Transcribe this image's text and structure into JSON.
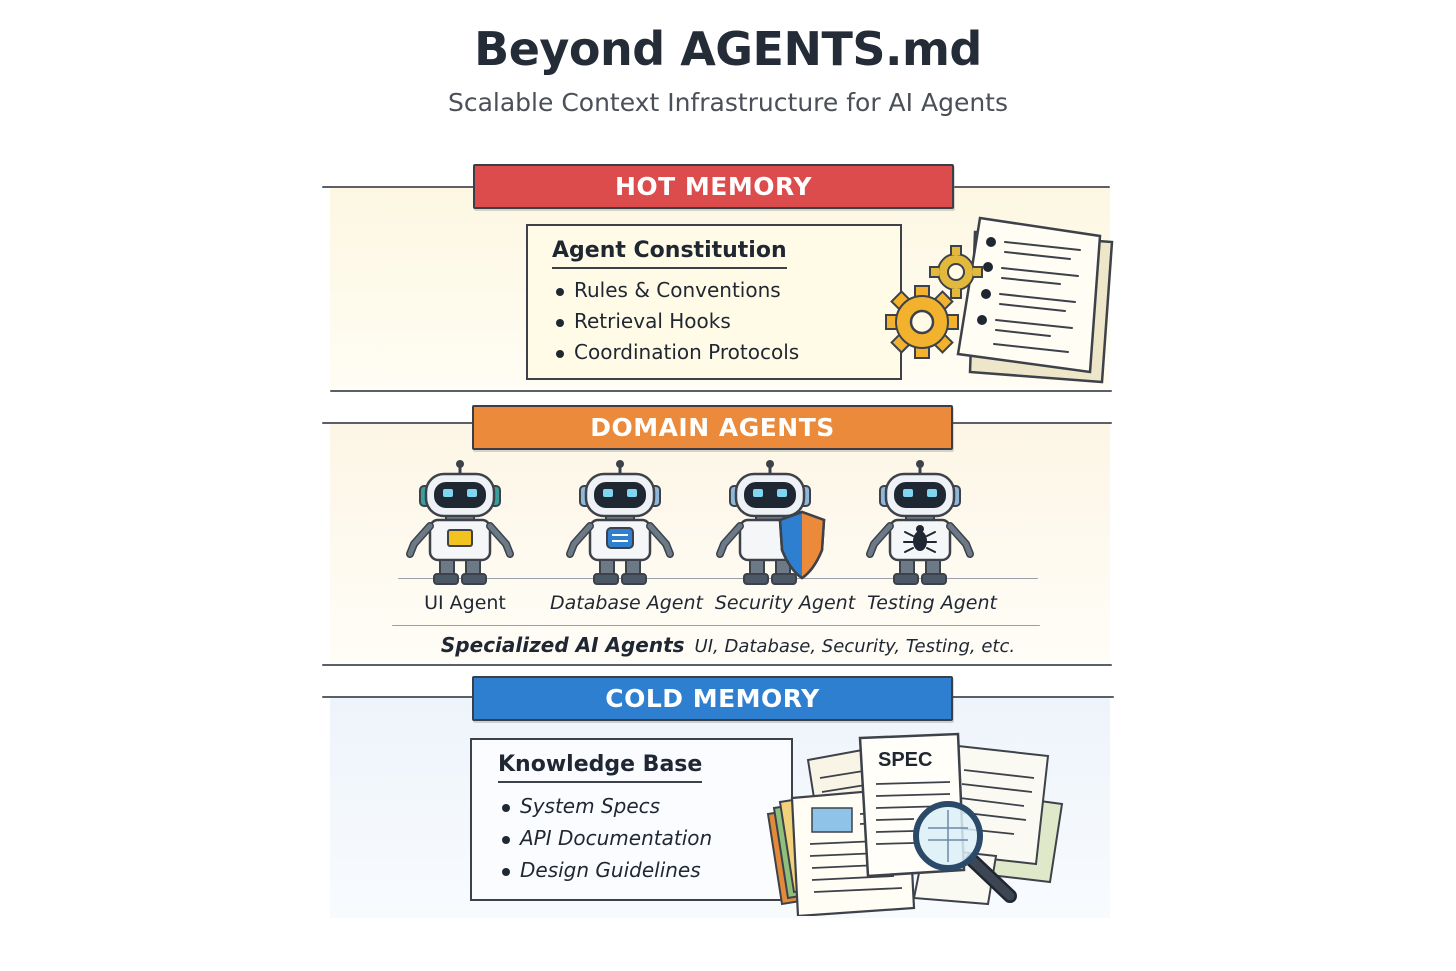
{
  "header": {
    "title": "Beyond AGENTS.md",
    "subtitle": "Scalable Context Infrastructure for AI Agents"
  },
  "hot_memory": {
    "label": "HOT MEMORY",
    "card_title": "Agent Constitution",
    "items": [
      "Rules & Conventions",
      "Retrieval Hooks",
      "Coordination Protocols"
    ]
  },
  "domain_agents": {
    "label": "DOMAIN AGENTS",
    "agents": [
      {
        "label": "UI Agent",
        "icon": "robot-ui-icon"
      },
      {
        "label": "Database Agent",
        "icon": "robot-database-icon"
      },
      {
        "label": "Security Agent",
        "icon": "robot-security-icon"
      },
      {
        "label": "Testing Agent",
        "icon": "robot-testing-icon"
      }
    ],
    "footer_main": "Specialized AI Agents",
    "footer_sub": "UI, Database, Security, Testing, etc."
  },
  "cold_memory": {
    "label": "COLD MEMORY",
    "card_title": "Knowledge Base",
    "items": [
      "System Specs",
      "API Documentation",
      "Design Guidelines"
    ],
    "doc_label": "SPEC"
  },
  "colors": {
    "hot": "#dc4c4c",
    "domain": "#ea8a3a",
    "cold": "#2f7fd0"
  }
}
